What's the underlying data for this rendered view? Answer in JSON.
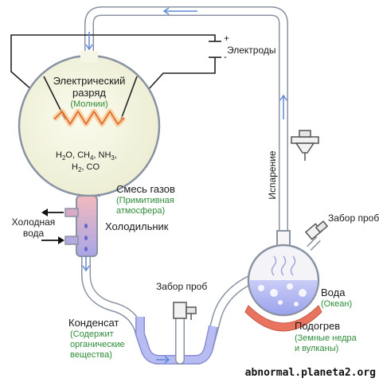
{
  "labels": {
    "electrodes": "Электроды",
    "plus": "+",
    "minus": "-",
    "discharge_line1": "Электрический",
    "discharge_line2": "разряд",
    "lightning": "(Молнии)",
    "gas_mix": "Смесь газов",
    "primitive_atm_line1": "(Примитивная",
    "primitive_atm_line2": "атмосфера)",
    "cold_water_line1": "Холодная",
    "cold_water_line2": "вода",
    "condenser": "Холодильник",
    "condensate": "Конденсат",
    "contains_line1": "(Содержит",
    "contains_line2": "органические",
    "contains_line3": "вещества)",
    "sampling_left": "Забор проб",
    "sampling_right": "Забор проб",
    "evaporation": "Испарение",
    "water": "Вода",
    "ocean": "(Океан)",
    "heating": "Подогрев",
    "earth_line1": "(Земные недра",
    "earth_line2": "и вулканы)",
    "watermark": "abnormal.planeta2.org"
  },
  "formula": {
    "f1": "H",
    "f1s": "2",
    "f2": "O, CH",
    "f2s": "4",
    "f3": ", NH",
    "f3s": "3",
    "f4": ",",
    "f5": "H",
    "f5s": "2",
    "f6": ", CO"
  },
  "colors": {
    "flask_fill": "#f6f6e0",
    "water_fill": "#aeb4f0",
    "heater": "#e8735e",
    "flow_arrow": "#5f88d8",
    "note_green": "#2e8b3a"
  }
}
